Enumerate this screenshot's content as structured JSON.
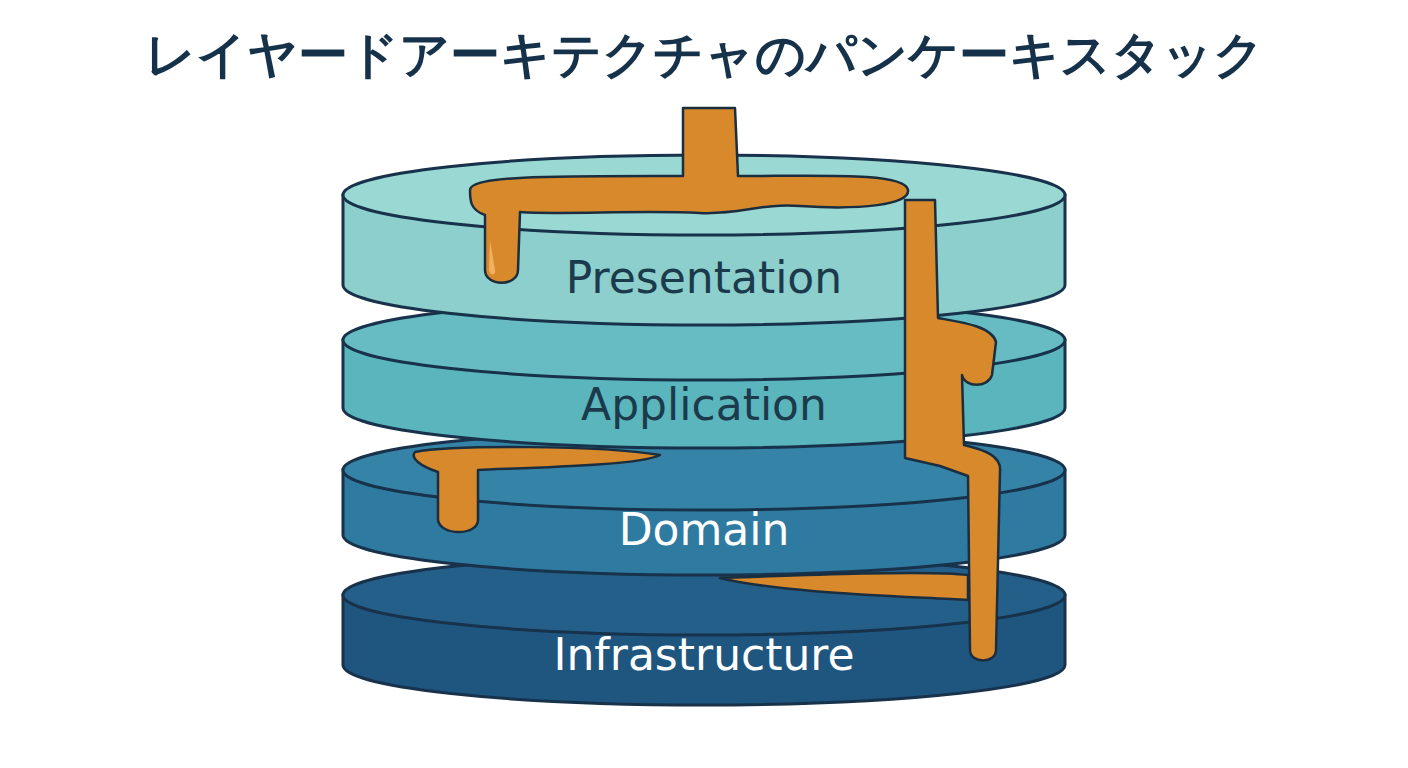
{
  "diagram": {
    "title": "レイヤードアーキテクチャのパンケーキスタック",
    "nodes": [
      {
        "text": [
          "Presentation"
        ]
      },
      {
        "text": [
          "Application"
        ]
      },
      {
        "text": [
          "Domain"
        ]
      },
      {
        "text": [
          "Infrastructure"
        ]
      }
    ]
  }
}
